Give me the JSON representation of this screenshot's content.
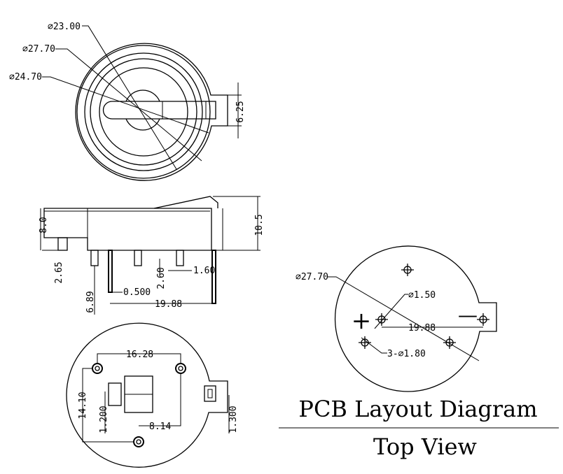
{
  "top_view": {
    "dia_outer": "⌀23.00",
    "dia_2770": "⌀27.70",
    "dia_2470": "⌀24.70",
    "tab_height": "6.25"
  },
  "side_view": {
    "h_80": "8.0",
    "h_105": "10.5",
    "d_265": "2.65",
    "d_689": "6.89",
    "d_0500": "0.500",
    "d_260": "2.60",
    "d_160": "1.60",
    "d_1988": "19.88"
  },
  "bottom_view": {
    "d_1628": "16.28",
    "d_1410": "14.10",
    "d_1200": "1.200",
    "d_814": "8.14",
    "d_1300": "1.300"
  },
  "pcb_view": {
    "dia_2770": "⌀27.70",
    "dia_150": "⌀1.50",
    "d_1988": "19.88",
    "holes": "3-⌀1.80",
    "plus_sign": "+",
    "minus_sign": "—"
  },
  "labels": {
    "pcb_title": "PCB Layout Diagram",
    "top_view": "Top View"
  }
}
